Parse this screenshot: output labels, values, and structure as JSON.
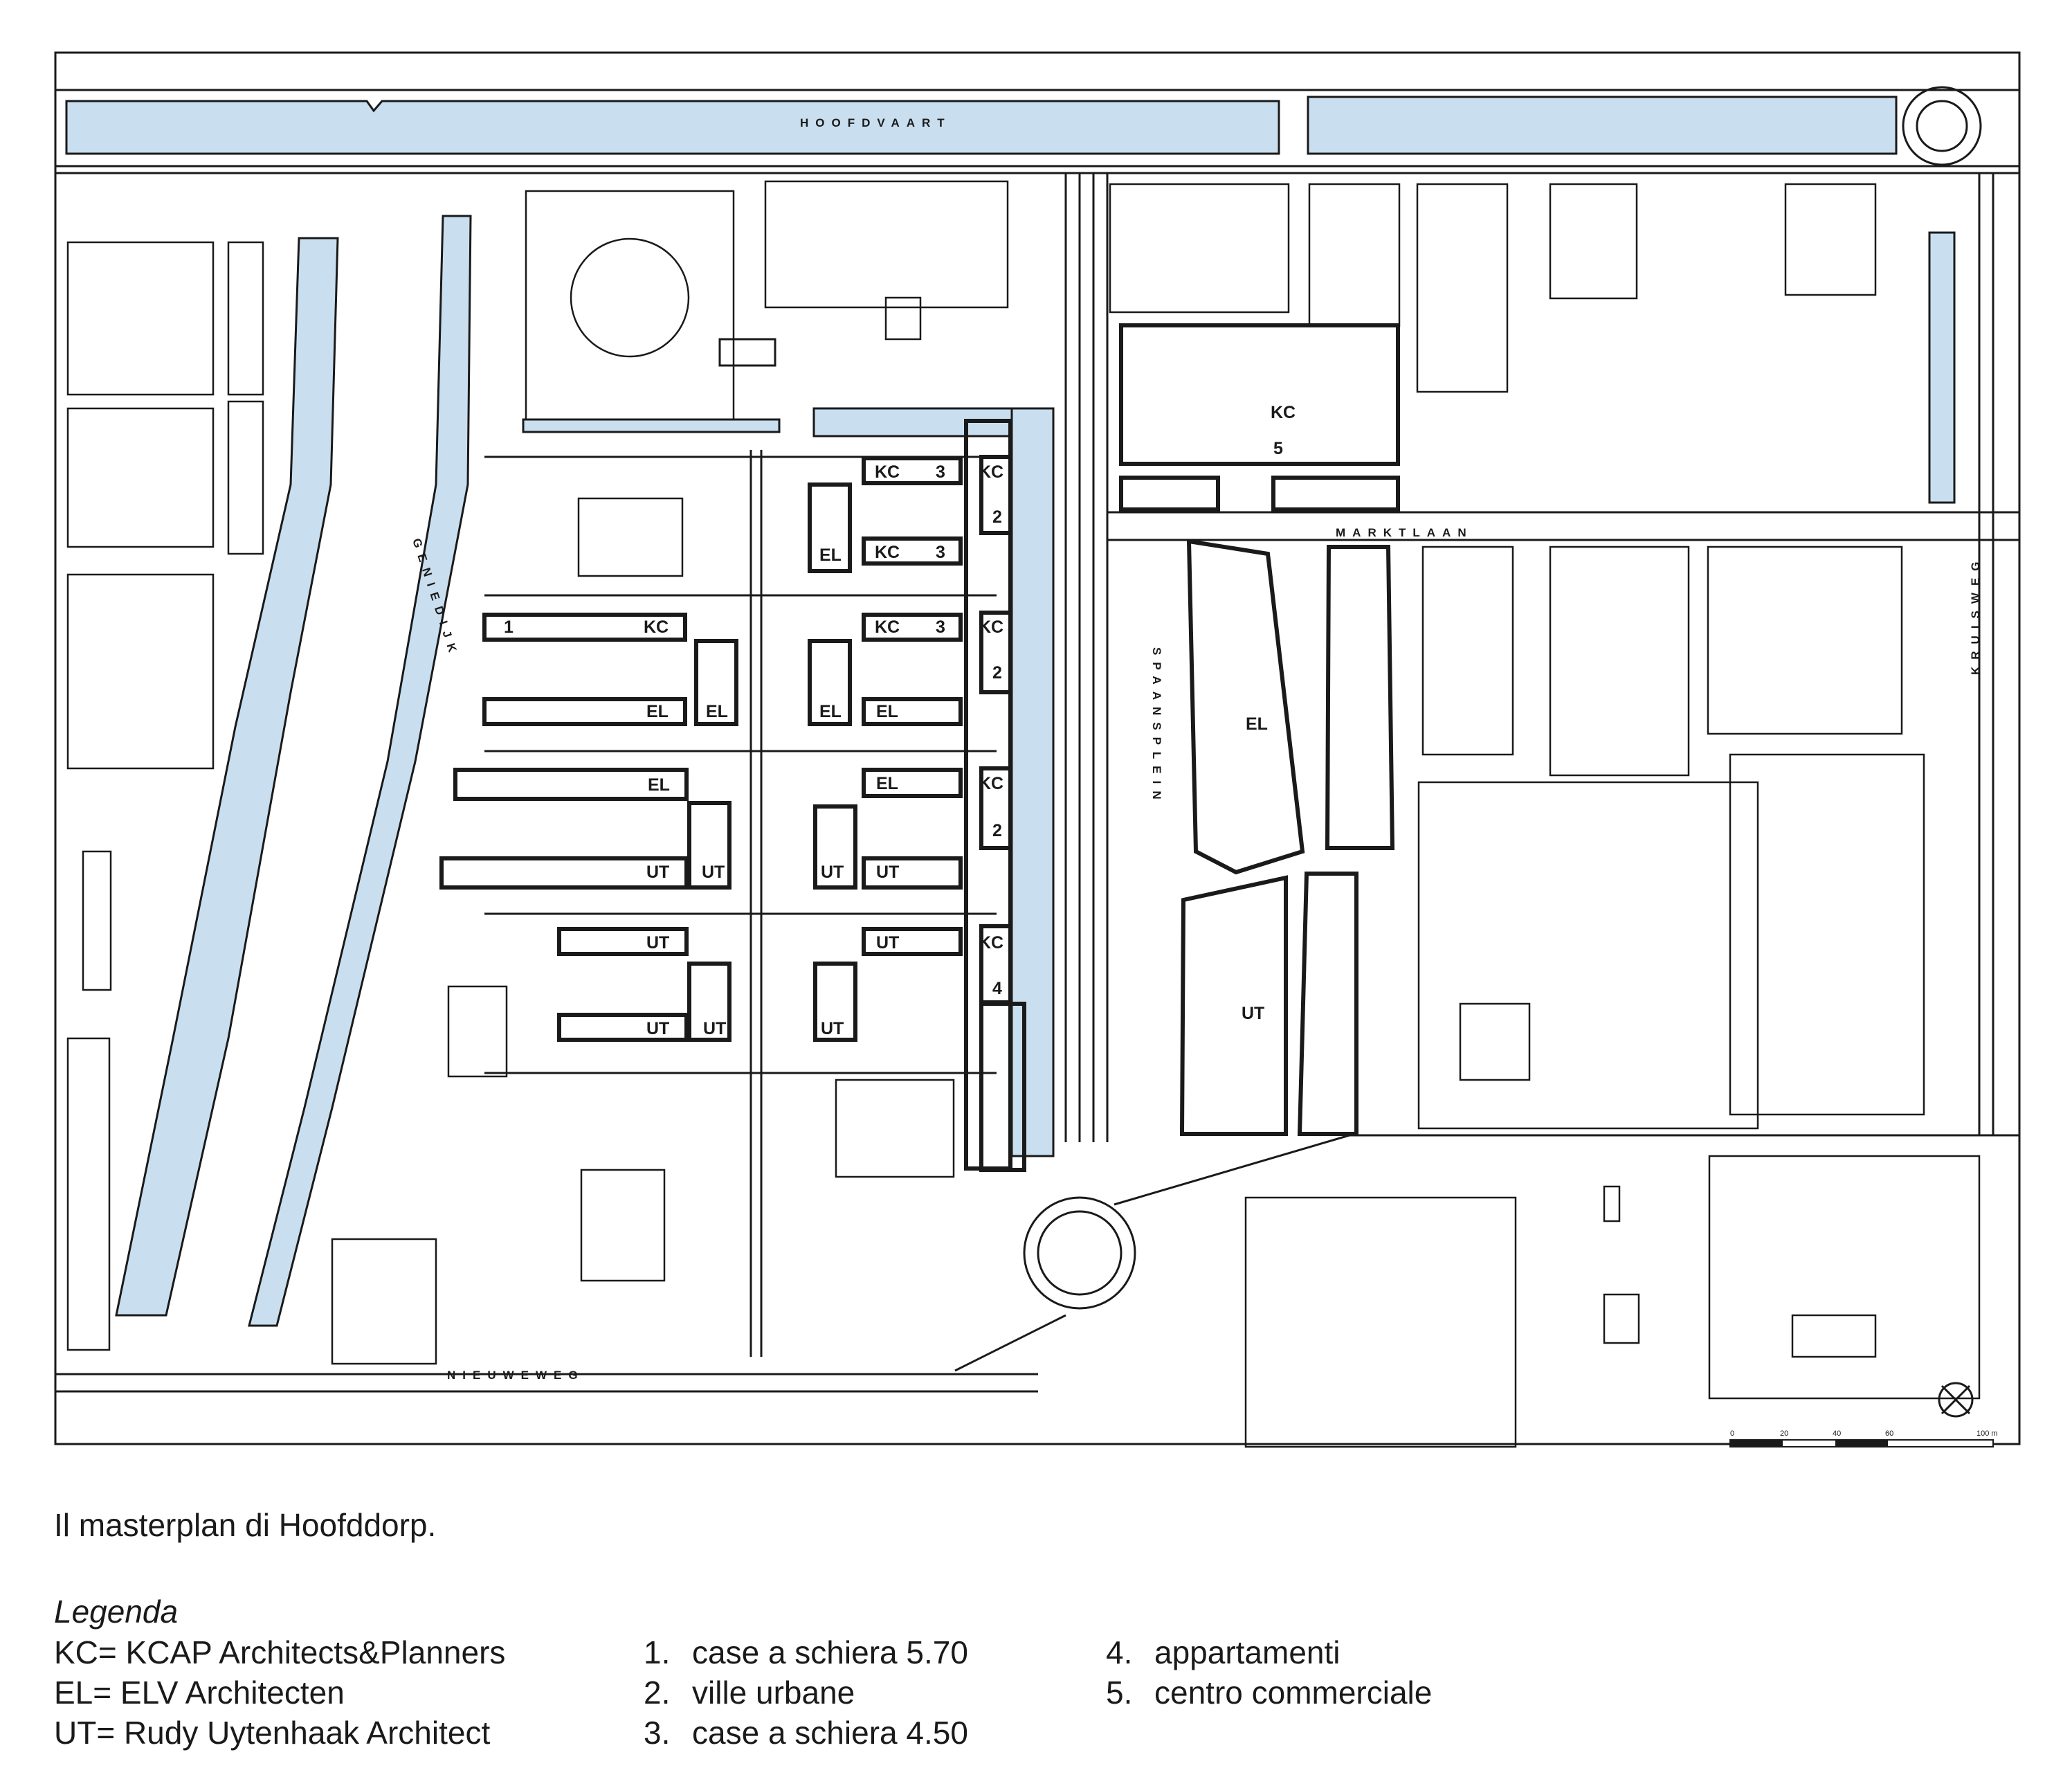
{
  "map": {
    "street_labels": {
      "hoofdvaart": "HOOFDVAART",
      "geniedijk": "GENIEDIJK",
      "marktlaan": "MARKTLAAN",
      "spaansplein": "SPAANSPLEIN",
      "kruisweg": "KRUISWEG",
      "nieuweweg": "NIEUWEWEG"
    },
    "block_labels": [
      "KC",
      "3",
      "KC",
      "2",
      "EL",
      "KC",
      "3",
      "1",
      "KC",
      "EL",
      "EL",
      "KC",
      "3",
      "KC",
      "2",
      "EL",
      "EL",
      "EL",
      "UT",
      "UT",
      "EL",
      "KC",
      "2",
      "UT",
      "UT",
      "UT",
      "UT",
      "UT",
      "UT",
      "KC",
      "4",
      "UT",
      "KC",
      "5",
      "EL",
      "UT"
    ],
    "scale_bar": {
      "ticks": [
        "0",
        "20",
        "40",
        "60",
        "100 m"
      ]
    },
    "colors": {
      "water": "#c9dff0",
      "line": "#1a1a1a",
      "background": "#ffffff"
    }
  },
  "caption": "Il masterplan di Hoofddorp.",
  "legend": {
    "title": "Legenda",
    "architects": [
      "KC= KCAP Architects&Planners",
      "EL= ELV Architecten",
      "UT= Rudy Uytenhaak Architect"
    ],
    "types_a": [
      {
        "num": "1.",
        "text": "case a schiera 5.70"
      },
      {
        "num": "2.",
        "text": "ville urbane"
      },
      {
        "num": "3.",
        "text": "case a schiera 4.50"
      }
    ],
    "types_b": [
      {
        "num": "4.",
        "text": "appartamenti"
      },
      {
        "num": "5.",
        "text": "centro commerciale"
      }
    ]
  }
}
